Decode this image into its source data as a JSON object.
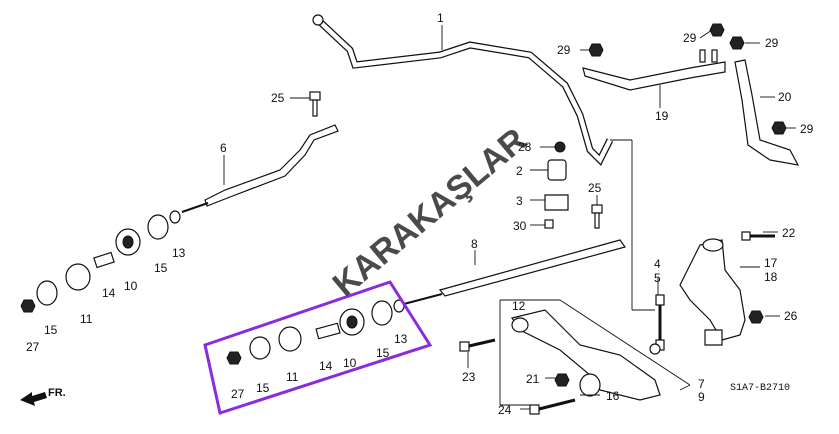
{
  "watermark": "KARAKAŞLAR",
  "diagram_code": "S1A7-B2710",
  "direction_label": "FR.",
  "highlight_color": "#8a2be2",
  "part_labels": {
    "p1": "1",
    "p2": "2",
    "p3": "3",
    "p4": "4",
    "p5": "5",
    "p6": "6",
    "p7": "7",
    "p8": "8",
    "p9": "9",
    "p10_left": "10",
    "p10_box": "10",
    "p11_left": "11",
    "p11_box": "11",
    "p12": "12",
    "p13_left": "13",
    "p13_box": "13",
    "p14_left": "14",
    "p14_box": "14",
    "p15_left": "15",
    "p15_left2": "15",
    "p15_box": "15",
    "p15_box2": "15",
    "p16": "16",
    "p17": "17",
    "p18": "18",
    "p19": "19",
    "p20": "20",
    "p21": "21",
    "p22": "22",
    "p23": "23",
    "p24": "24",
    "p25_top": "25",
    "p25_mid": "25",
    "p26": "26",
    "p27_left": "27",
    "p27_box": "27",
    "p28": "28",
    "p29_a": "29",
    "p29_b": "29",
    "p29_c": "29",
    "p29_d": "29",
    "p30": "30"
  }
}
